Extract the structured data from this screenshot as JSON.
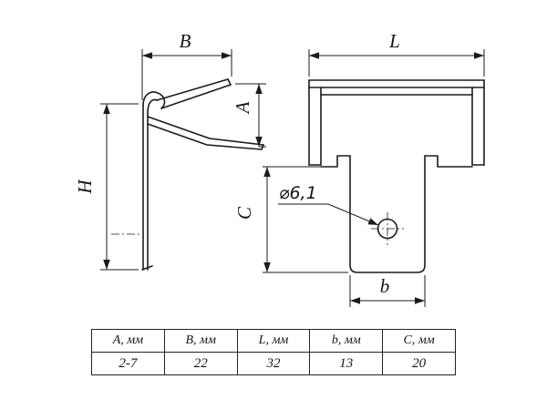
{
  "labels": {
    "B": "B",
    "A": "A",
    "H": "H",
    "L": "L",
    "C": "C",
    "b": "b"
  },
  "hole_callout": "⌀6,1",
  "table": {
    "headers": [
      "A, мм",
      "B, мм",
      "L, мм",
      "b, мм",
      "C, мм"
    ],
    "values": [
      "2-7",
      "22",
      "32",
      "13",
      "20"
    ]
  }
}
